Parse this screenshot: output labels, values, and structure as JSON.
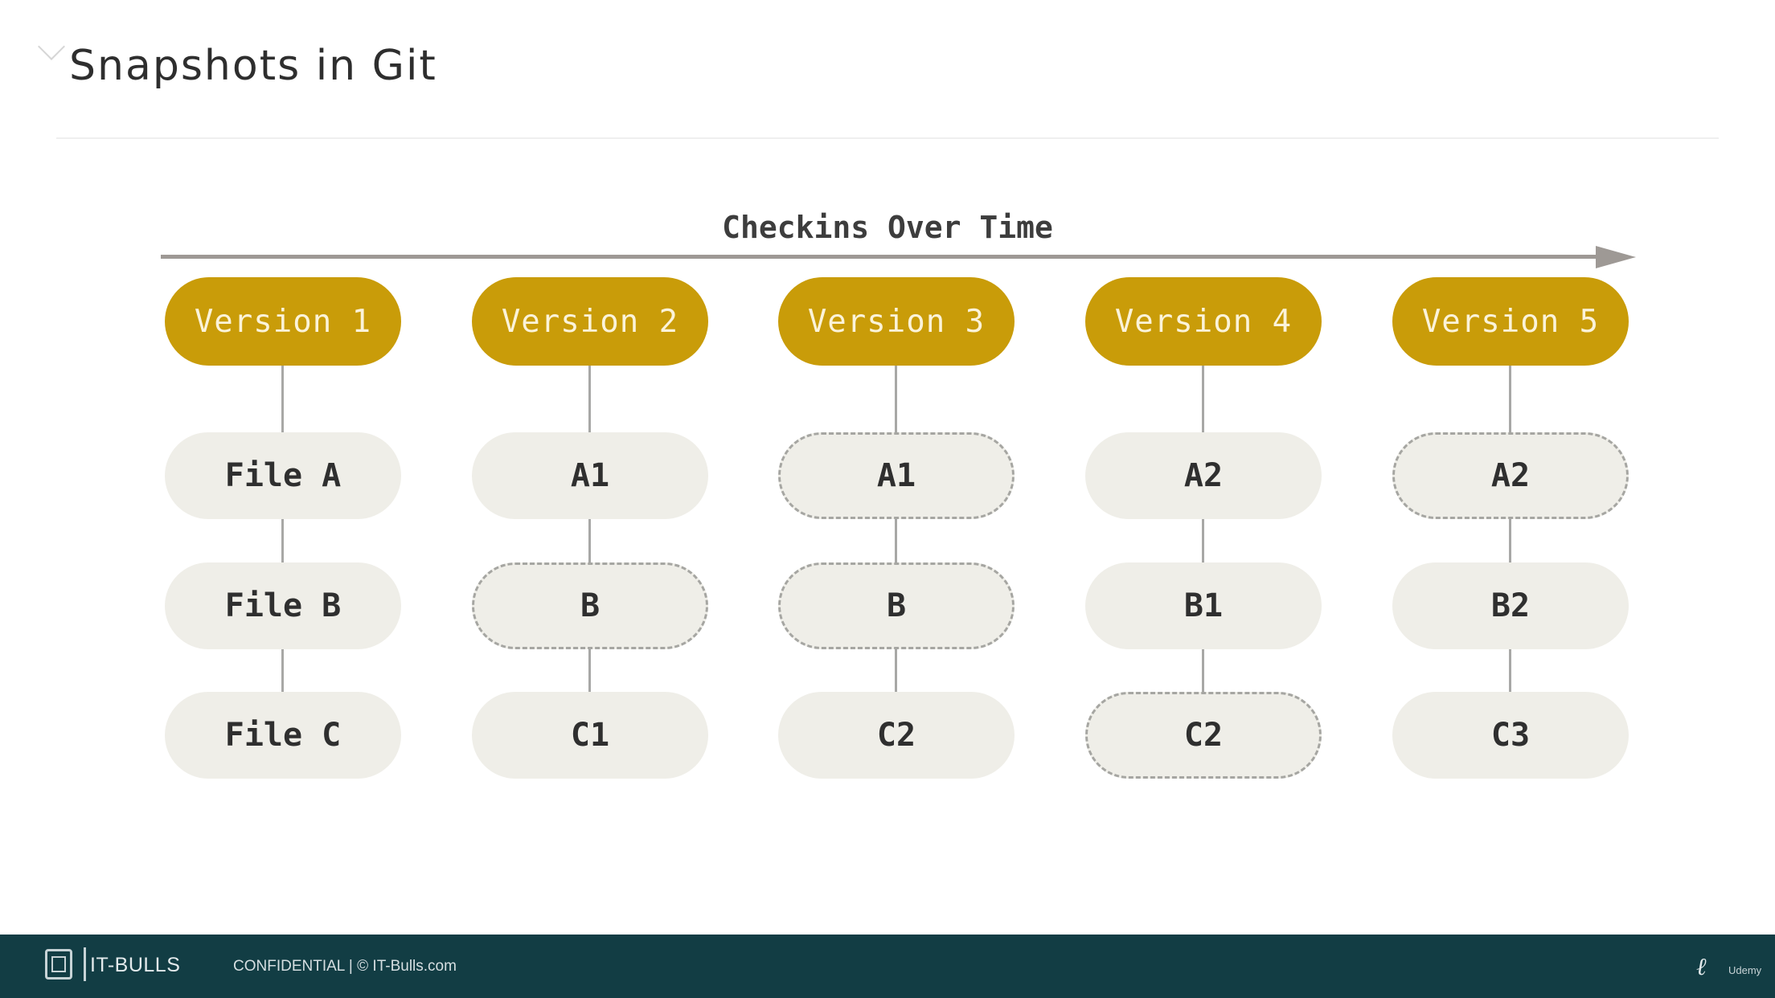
{
  "slide": {
    "title": "Snapshots in Git"
  },
  "diagram": {
    "axis_label": "Checkins Over Time",
    "colors": {
      "version": "#c99c09",
      "file": "#efeee8",
      "footer": "#123d44"
    },
    "columns": [
      {
        "version": "Version 1",
        "files": [
          {
            "label": "File A",
            "style": "solid"
          },
          {
            "label": "File B",
            "style": "solid"
          },
          {
            "label": "File C",
            "style": "solid"
          }
        ]
      },
      {
        "version": "Version 2",
        "files": [
          {
            "label": "A1",
            "style": "solid"
          },
          {
            "label": "B",
            "style": "dashed"
          },
          {
            "label": "C1",
            "style": "solid"
          }
        ]
      },
      {
        "version": "Version 3",
        "files": [
          {
            "label": "A1",
            "style": "dashed"
          },
          {
            "label": "B",
            "style": "dashed"
          },
          {
            "label": "C2",
            "style": "solid"
          }
        ]
      },
      {
        "version": "Version 4",
        "files": [
          {
            "label": "A2",
            "style": "solid"
          },
          {
            "label": "B1",
            "style": "solid"
          },
          {
            "label": "C2",
            "style": "dashed"
          }
        ]
      },
      {
        "version": "Version 5",
        "files": [
          {
            "label": "A2",
            "style": "dashed"
          },
          {
            "label": "B2",
            "style": "solid"
          },
          {
            "label": "C3",
            "style": "solid"
          }
        ]
      }
    ]
  },
  "footer": {
    "brand": "IT-BULLS",
    "confidential": "CONFIDENTIAL  |  © IT-Bulls.com",
    "udemy": "Udemy",
    "logo_icon": "it-bulls-logo-icon",
    "udemy_logo": "udemy-logo-icon"
  }
}
